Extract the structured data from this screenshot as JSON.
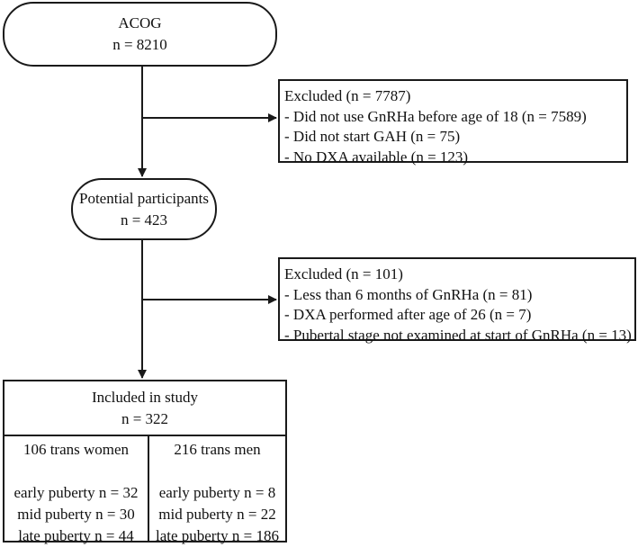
{
  "acog": {
    "title": "ACOG",
    "count": "n = 8210"
  },
  "excluded1": {
    "title": "Excluded (n = 7787)",
    "items": [
      "- Did not use GnRHa before age of 18 (n = 7589)",
      "- Did not start GAH (n = 75)",
      "- No DXA available (n = 123)"
    ]
  },
  "potential": {
    "title": "Potential participants",
    "count": "n = 423"
  },
  "excluded2": {
    "title": "Excluded (n = 101)",
    "items": [
      "- Less than 6 months of GnRHa (n = 81)",
      "- DXA performed after age of 26 (n = 7)",
      "- Pubertal stage not examined at start of GnRHa (n = 13)"
    ]
  },
  "included": {
    "title": "Included in study",
    "count": "n = 322",
    "groups": [
      {
        "header": "106 trans women",
        "rows": [
          "early puberty n = 32",
          "mid puberty n = 30",
          "late puberty n = 44"
        ]
      },
      {
        "header": "216 trans men",
        "rows": [
          "early puberty n = 8",
          "mid puberty n = 22",
          "late puberty n = 186"
        ]
      }
    ]
  },
  "colors": {
    "stroke": "#1a1a1a",
    "background": "#ffffff"
  }
}
